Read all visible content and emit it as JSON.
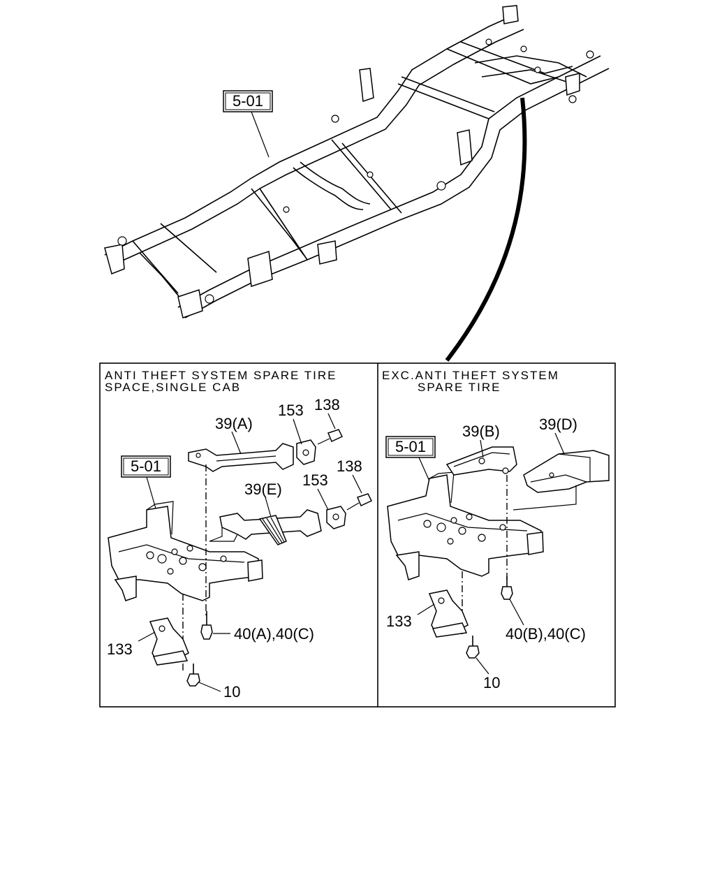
{
  "top": {
    "frame_callout": "5-01"
  },
  "panels": [
    {
      "header_line1": "ANTI THEFT SYSTEM SPARE TIRE",
      "header_line2": "SPACE,SINGLE CAB",
      "callout_ref": "5-01",
      "labels": {
        "p39a": "39(A)",
        "p153a": "153",
        "p138a": "138",
        "p138b": "138",
        "p39e": "39(E)",
        "p153b": "153",
        "p40": "40(A),40(C)",
        "p133": "133",
        "p10": "10"
      }
    },
    {
      "header_line1": "EXC.ANTI THEFT SYSTEM",
      "header_line2": "SPARE TIRE",
      "callout_ref": "5-01",
      "labels": {
        "p39b": "39(B)",
        "p39d": "39(D)",
        "p133": "133",
        "p40": "40(B),40(C)",
        "p10": "10"
      }
    }
  ]
}
